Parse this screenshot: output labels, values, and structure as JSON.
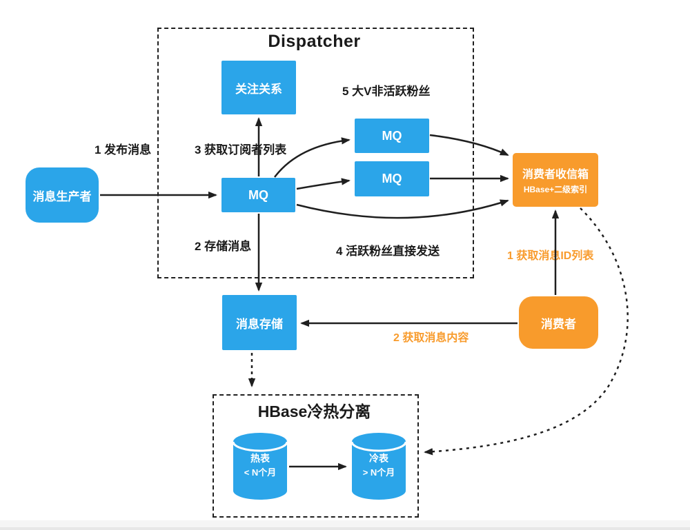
{
  "colors": {
    "node_blue": "#2BA5E9",
    "node_orange": "#F89B2C",
    "line_black": "#1f1f1f",
    "label_orange": "#F89B2C",
    "background": "#ffffff"
  },
  "diagram": {
    "dispatcher_title": "Dispatcher",
    "hbase_title": "HBase冷热分离",
    "nodes": {
      "producer": "消息生产者",
      "follow_relation": "关注关系",
      "mq_main": "MQ",
      "mq_upper": "MQ",
      "mq_lower": "MQ",
      "inbox_title": "消费者收信箱",
      "inbox_subtitle": "HBase+二级索引",
      "consumer": "消费者",
      "message_storage": "消息存储",
      "hot_table_name": "热表",
      "hot_table_range": "< N个月",
      "cold_table_name": "冷表",
      "cold_table_range": "> N个月"
    },
    "labels": {
      "publish": "1 发布消息",
      "get_subscriber_list": "3 获取订阅者列表",
      "store_message": "2 存储消息",
      "big_v_inactive_fans": "5 大V非活跃粉丝",
      "active_fans_direct": "4 活跃粉丝直接发送",
      "get_message_id_list": "1 获取消息ID列表",
      "get_message_content": "2 获取消息内容"
    }
  }
}
